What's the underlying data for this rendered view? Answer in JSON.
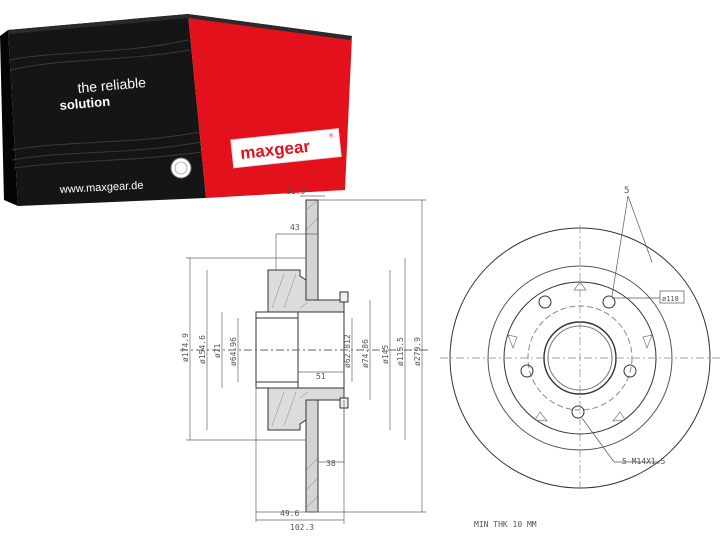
{
  "box": {
    "tagline_line1": "the reliable",
    "tagline_line2": "solution",
    "website": "www.maxgear.de",
    "brand": "maxgear",
    "brand_reg": "®",
    "colors": {
      "black": "#141414",
      "red": "#e3111c",
      "white": "#ffffff"
    }
  },
  "drawing": {
    "side_view": {
      "top_thickness": "11.9",
      "hub_offset": "43",
      "d1": "ø174.9",
      "d2": "ø154.6",
      "d3": "ø71",
      "d4": "ø64.96",
      "inner_depth": "51",
      "d5": "ø62.812",
      "d6": "ø74.86",
      "d7": "ø145",
      "d8": "ø115.5",
      "d9": "ø279.9",
      "bottom_depth": "38",
      "dim_49": "49.6",
      "dim_102": "102.3"
    },
    "front_view": {
      "callout_top": "5",
      "pcd_label": "ø118",
      "bolt_label": "5 M14X1.5",
      "min_thickness": "MIN THK 10 MM"
    }
  }
}
